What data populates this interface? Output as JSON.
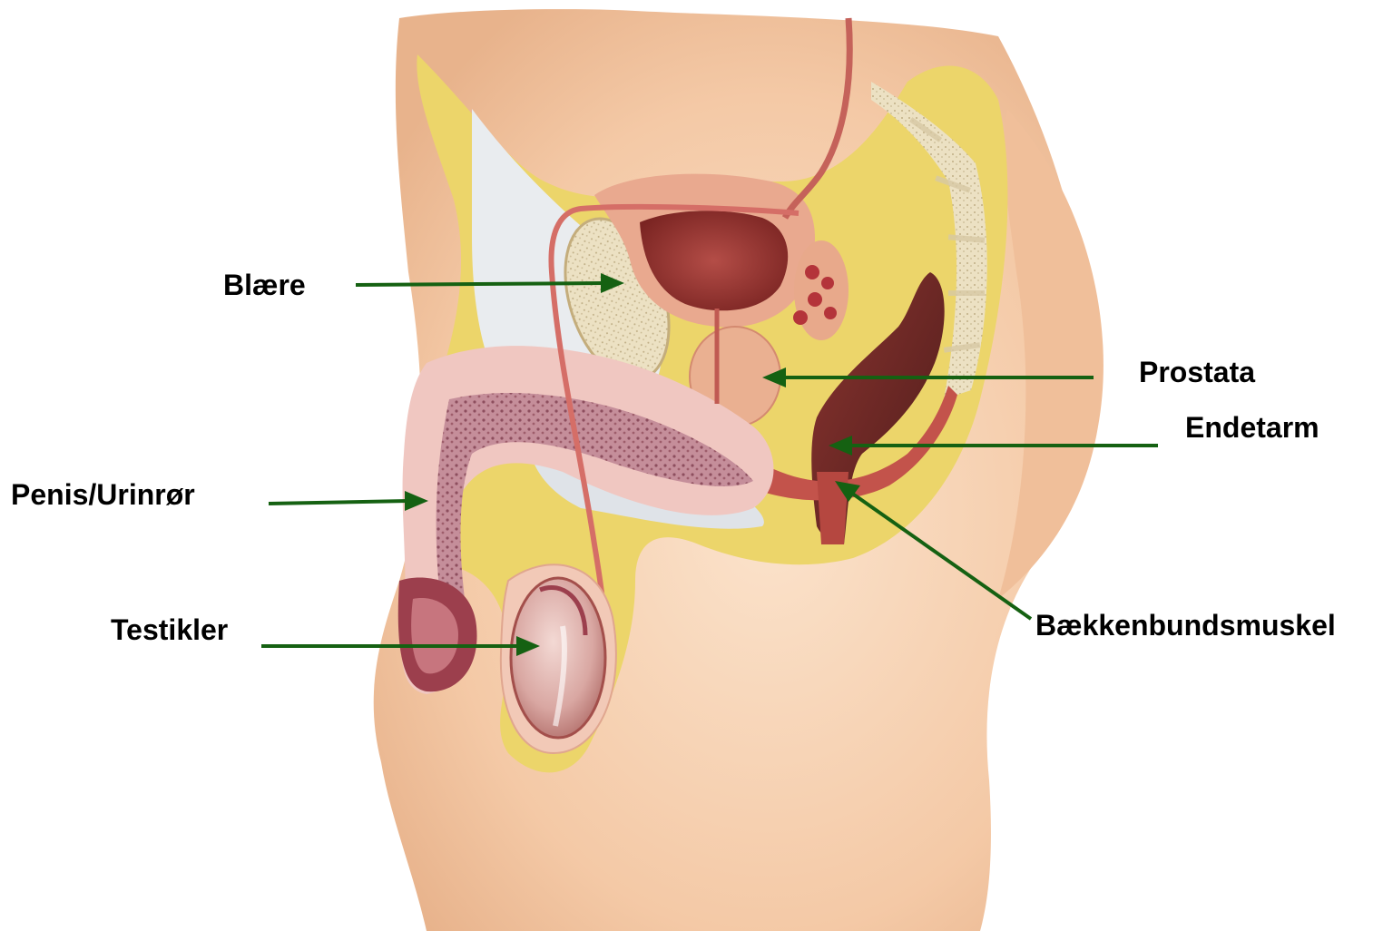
{
  "labels": {
    "blaere": "Blære",
    "prostata": "Prostata",
    "endetarm": "Endetarm",
    "penis": "Penis/Urinrør",
    "testikler": "Testikler",
    "baekkenbund": "Bækkenbundsmuskel"
  },
  "colors": {
    "arrow": "#156112",
    "skin": "#f7d2b3",
    "fat": "#ecd56a",
    "muscle": "#b8483e",
    "bone": "#ebe2c8",
    "tissue": "#c98c85"
  }
}
